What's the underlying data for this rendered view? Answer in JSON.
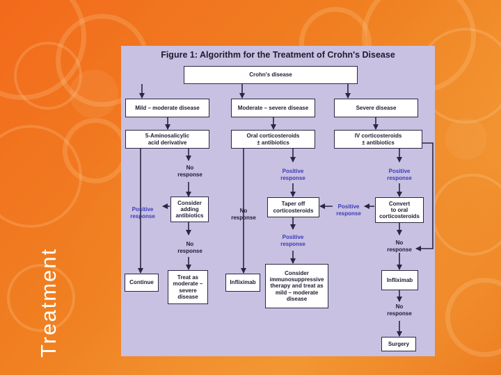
{
  "slide": {
    "side_title": "Treatment",
    "colors": {
      "background": "#f08122",
      "figure_bg": "#c8c1e2",
      "blue_label": "#3b3ab8"
    }
  },
  "figure": {
    "title": "Figure 1: Algorithm for the Treatment of Crohn's Disease",
    "boxes": {
      "crohns": "Crohn's disease",
      "mild_moderate": "Mild – moderate disease",
      "moderate_severe": "Moderate – severe disease",
      "severe": "Severe disease",
      "aminosalicylic": "5-Aminosalicylic\nacid derivative",
      "oral_cortico": "Oral corticosteroids\n± antibiotics",
      "iv_cortico": "IV corticosteroids\n± antibiotics",
      "consider_antibiotics": "Consider\nadding\nantibiotics",
      "taper_off": "Taper off\ncorticosteroids",
      "convert_oral": "Convert\nto oral\ncorticosteroids",
      "continue": "Continue",
      "treat_moderate_severe": "Treat as\nmoderate –\nsevere\ndisease",
      "infliximab_1": "Infliximab",
      "consider_immuno": "Consider\nimmunosuppressive\ntherapy and treat as\nmild – moderate\ndisease",
      "infliximab_2": "Infliximab",
      "surgery": "Surgery"
    },
    "labels": {
      "no_response_1": "No\nresponse",
      "positive_response_1": "Positive\nresponse",
      "no_response_2": "No\nresponse",
      "no_response_3": "No\nresponse",
      "positive_response_2": "Positive\nresponse",
      "positive_response_3": "Positive\nresponse",
      "positive_response_4": "Positive\nresponse",
      "positive_response_5": "Positive\nresponse",
      "no_response_4": "No\nresponse",
      "no_response_5": "No\nresponse"
    }
  }
}
